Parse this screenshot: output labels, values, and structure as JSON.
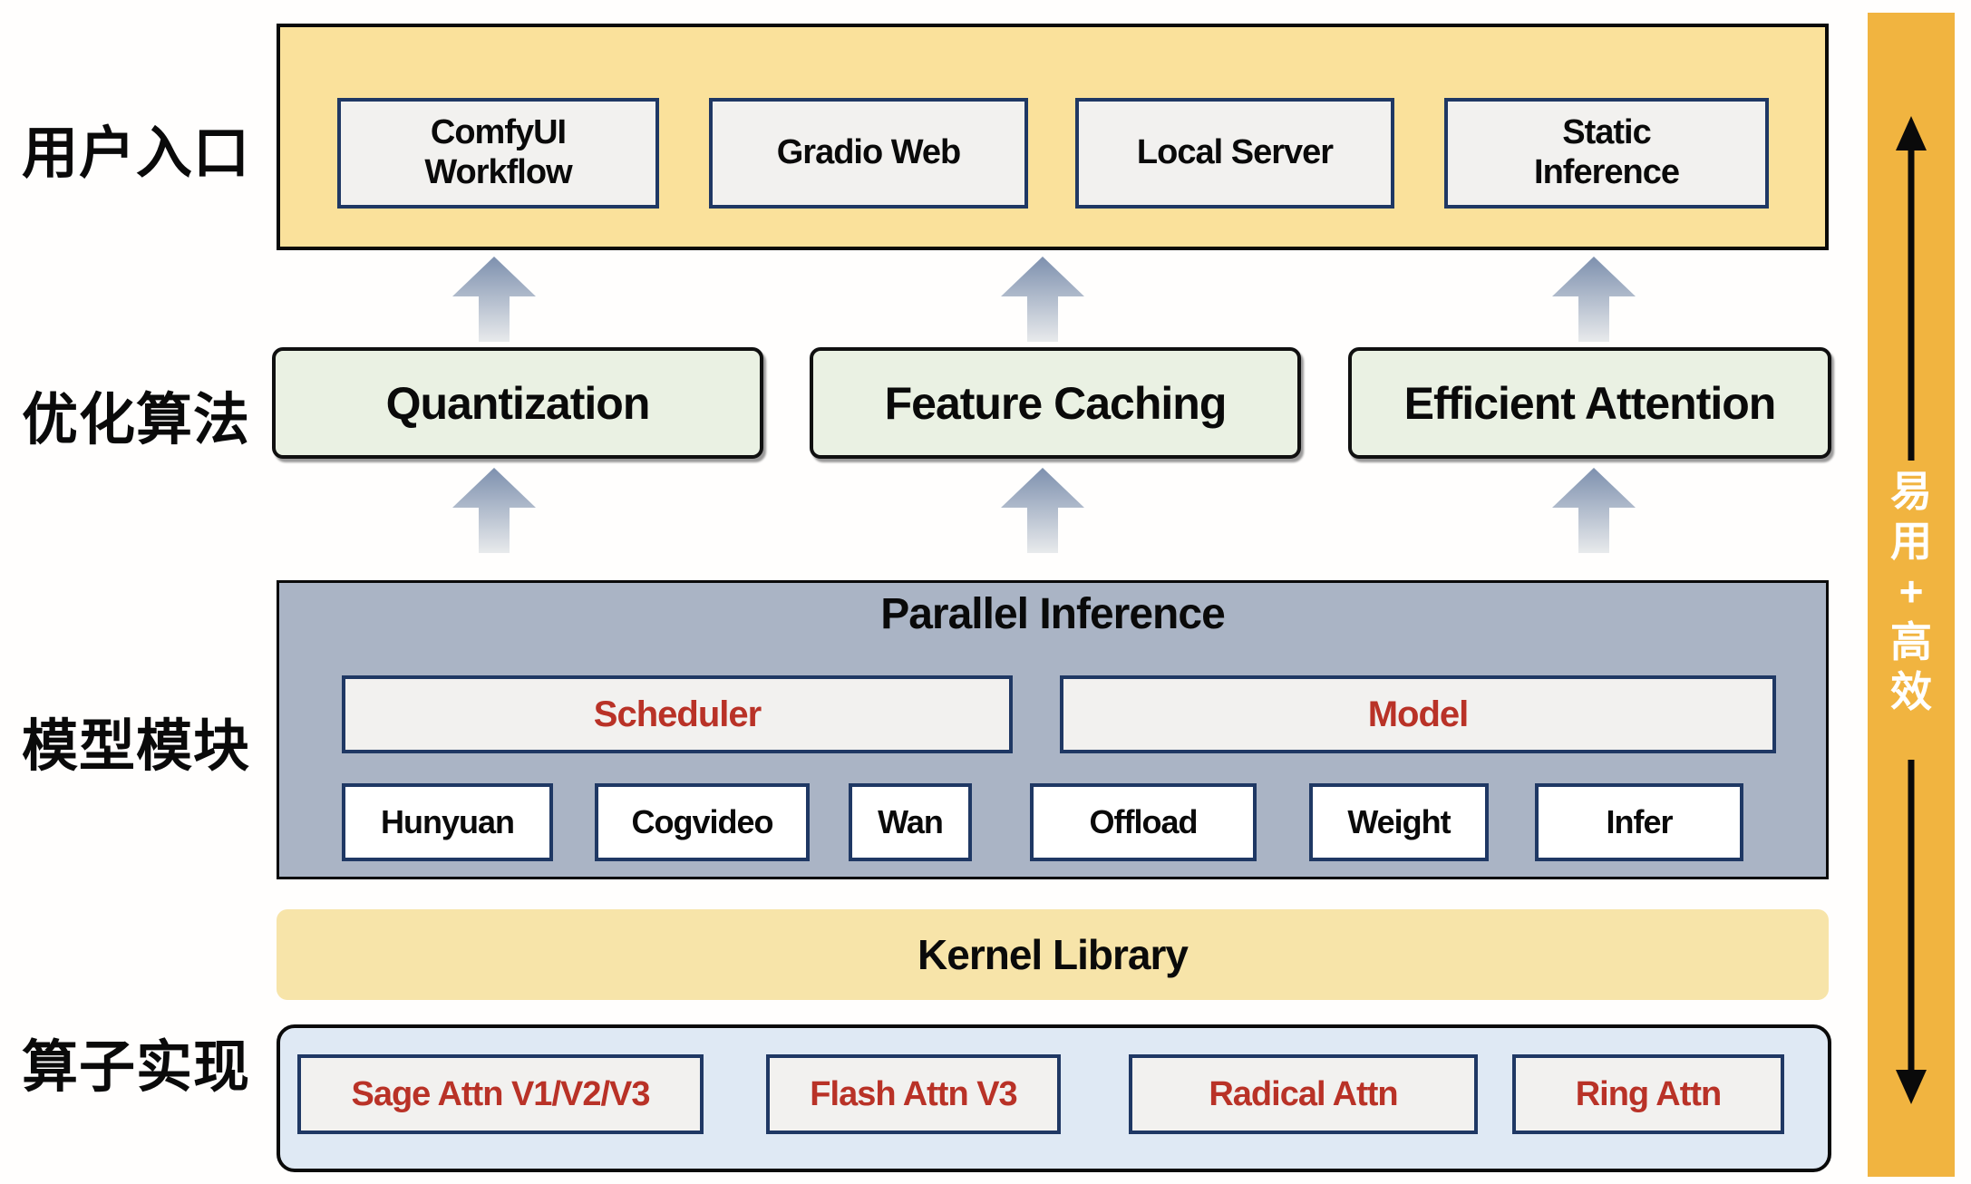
{
  "colors": {
    "top_band": "#fae19b",
    "kernel_band": "#f7e4a9",
    "algo_box_fill": "#eaf1e3",
    "model_band": "#aab4c5",
    "operator_band": "#dfe9f4",
    "side_bar": "#f1b440",
    "accent_red": "#b93227",
    "border_navy": "#1f3864",
    "arrow_gradient_top": "#8092ae",
    "arrow_gradient_bottom": "#e8eaec"
  },
  "row_labels": [
    "用户入口",
    "优化算法",
    "模型模块",
    "算子实现"
  ],
  "user_entry": {
    "boxes": [
      "ComfyUI\nWorkflow",
      "Gradio Web",
      "Local Server",
      "Static\nInference"
    ]
  },
  "optimization": {
    "boxes": [
      "Quantization",
      "Feature Caching",
      "Efficient Attention"
    ]
  },
  "model_module": {
    "title": "Parallel Inference",
    "groups": [
      {
        "header": "Scheduler",
        "items": [
          "Hunyuan",
          "Cogvideo",
          "Wan"
        ]
      },
      {
        "header": "Model",
        "items": [
          "Offload",
          "Weight",
          "Infer"
        ]
      }
    ]
  },
  "kernel_library": {
    "title": "Kernel Library"
  },
  "operators": {
    "boxes": [
      "Sage Attn V1/V2/V3",
      "Flash Attn V3",
      "Radical Attn",
      "Ring Attn"
    ]
  },
  "side_banner": {
    "text": "易\n用\n+\n高\n效"
  }
}
